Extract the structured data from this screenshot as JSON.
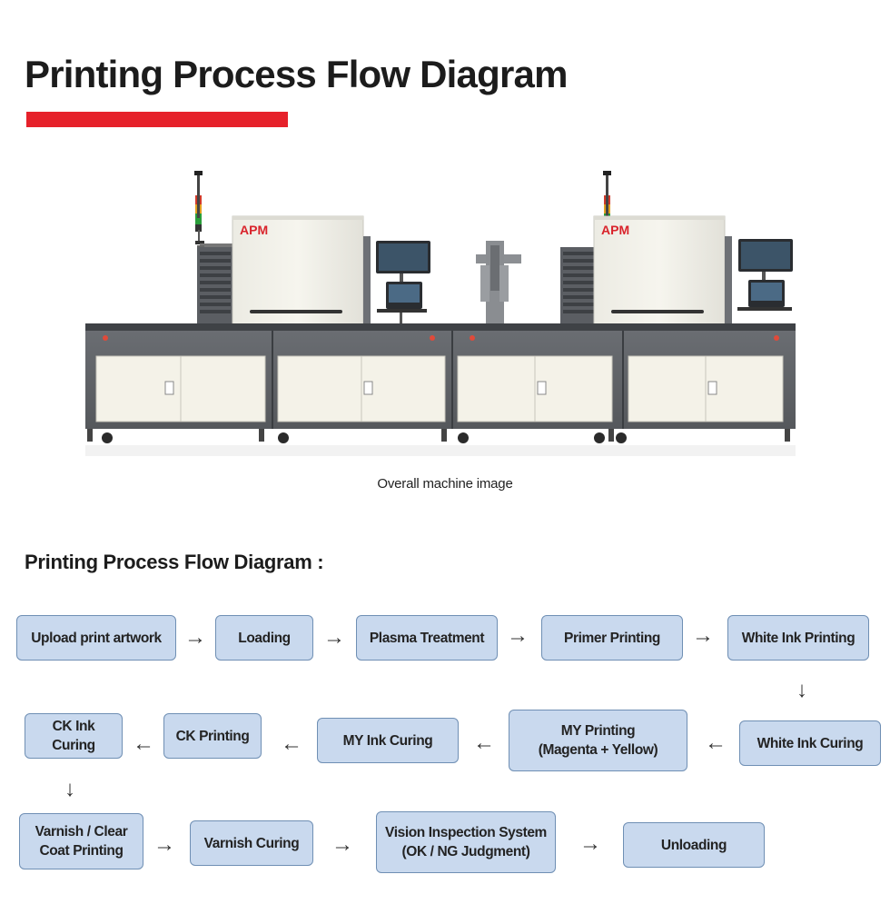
{
  "page": {
    "title": "Printing Process Flow Diagram",
    "accent_color": "#e6212a",
    "machine_caption": "Overall machine image",
    "subtitle": "Printing Process Flow Diagram :"
  },
  "machine": {
    "logo_left": "APM",
    "logo_right": "APM"
  },
  "flow": {
    "box_color": "#c9d9ee",
    "steps": [
      "Upload print artwork",
      "Loading",
      "Plasma Treatment",
      "Primer Printing",
      "White Ink Printing",
      "White Ink Curing",
      "MY Printing\n(Magenta + Yellow)",
      "MY Ink Curing",
      "CK Printing",
      "CK Ink Curing",
      "Varnish / Clear\nCoat Printing",
      "Varnish Curing",
      "Vision Inspection System\n(OK / NG Judgment)",
      "Unloading"
    ]
  }
}
